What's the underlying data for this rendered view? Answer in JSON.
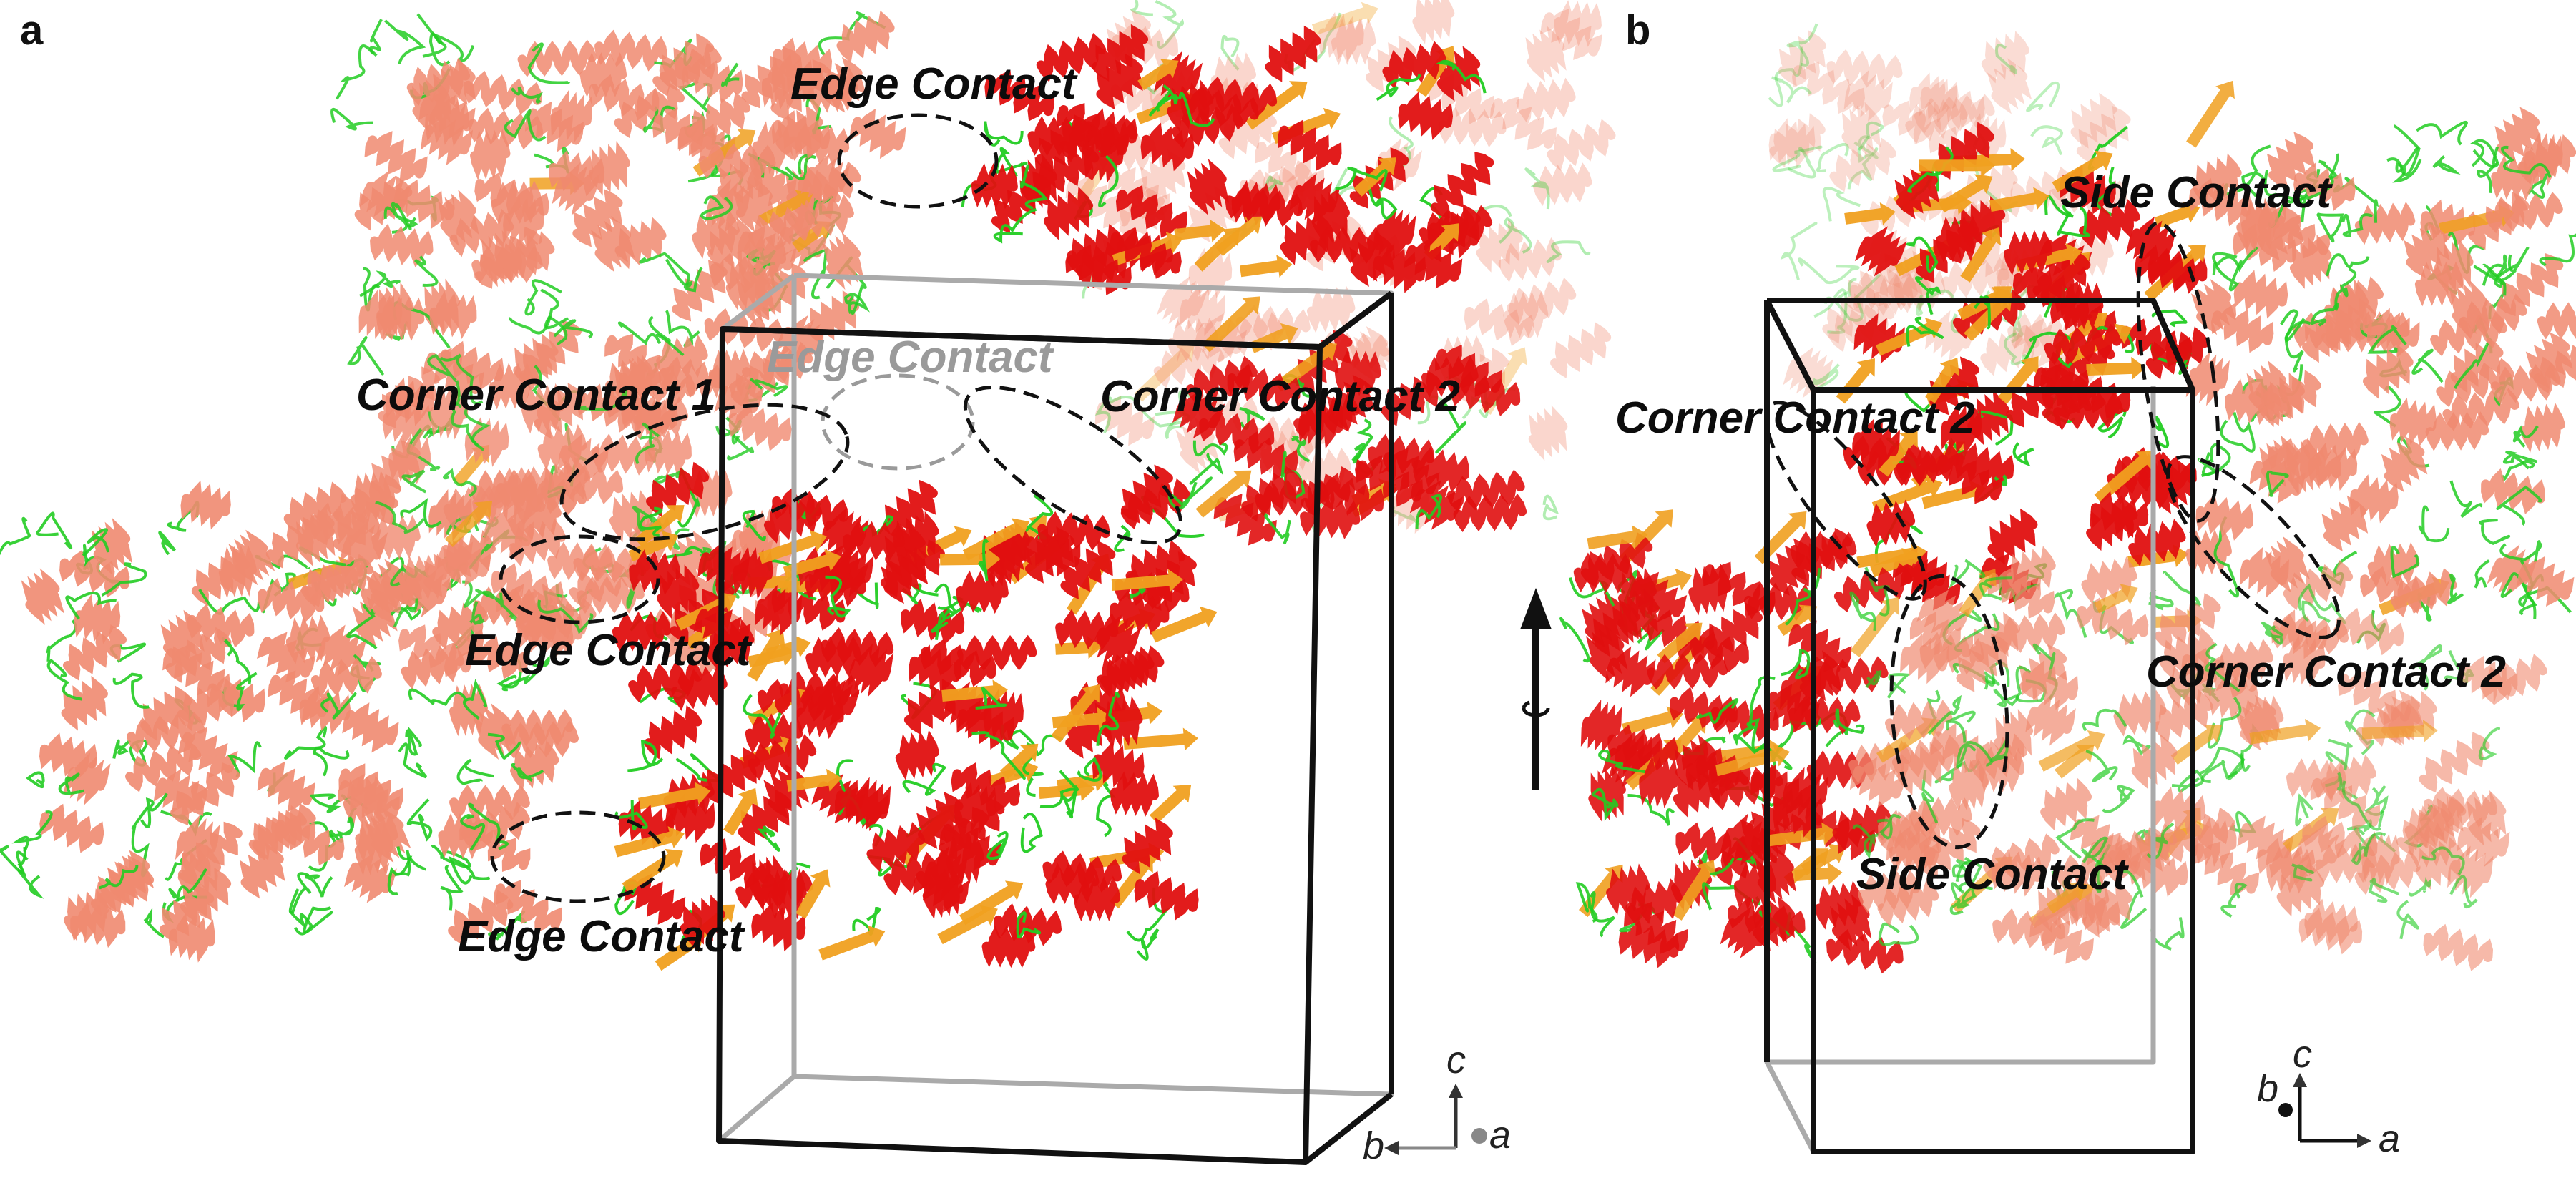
{
  "colors": {
    "helix_active": "#e01010",
    "helix_faded": "#f08a70",
    "strand": "#f0a020",
    "loop": "#22cc22",
    "cell_edge": "#111111",
    "cell_edge_back": "#aaaaaa"
  },
  "panel_a": {
    "letter": "a",
    "labels": {
      "edge_contact_top": "Edge Contact",
      "edge_contact_ghost": "Edge Contact",
      "corner_contact_1": "Corner Contact 1",
      "corner_contact_2": "Corner Contact 2",
      "edge_contact_mid": "Edge Contact",
      "edge_contact_bottom": "Edge Contact"
    },
    "axes": {
      "c": "c",
      "a": "a",
      "b": "b"
    }
  },
  "panel_b": {
    "letter": "b",
    "labels": {
      "side_contact_top": "Side Contact",
      "corner_contact_2_left": "Corner Contact 2",
      "corner_contact_2_right": "Corner Contact 2",
      "side_contact_bottom": "Side Contact"
    },
    "axes": {
      "c": "c",
      "a": "a",
      "b": "b"
    },
    "rotation_icon": "rotate-around-vertical-axis-icon"
  }
}
